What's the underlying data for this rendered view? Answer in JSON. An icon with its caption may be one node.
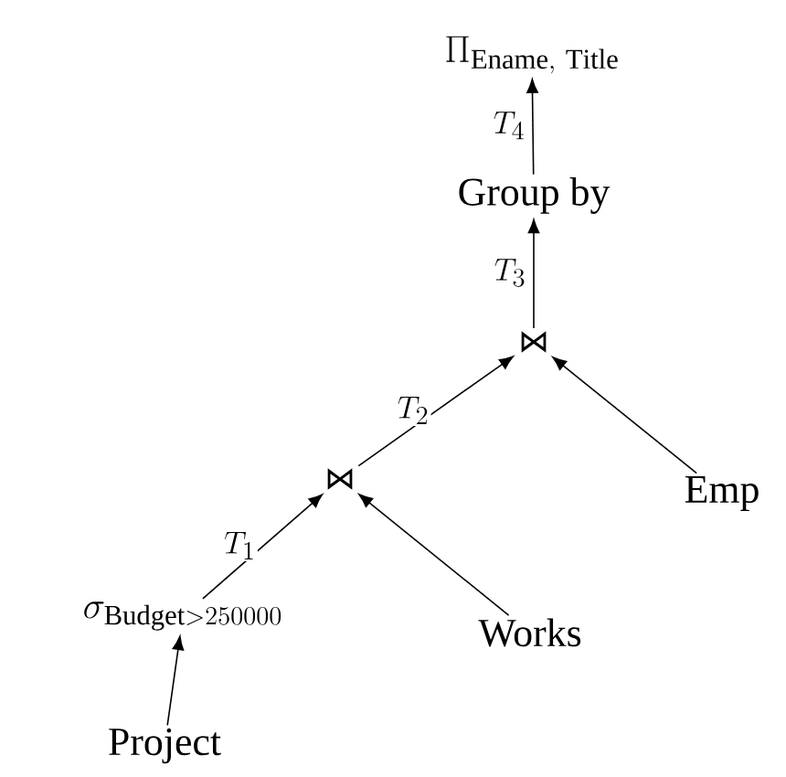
{
  "diagram": {
    "nodes": [
      {
        "text": [
          "\\Pi_{\\mathrm{Ename,\\ Title}}"
        ]
      },
      {
        "text": [
          "Group by"
        ]
      },
      {
        "text": [
          "⋈"
        ]
      },
      {
        "text": [
          "⋈"
        ]
      },
      {
        "text": [
          "Emp"
        ]
      },
      {
        "text": [
          "\\sigma_{\\mathrm{Budget}>250000}"
        ]
      },
      {
        "text": [
          "Works"
        ]
      },
      {
        "text": [
          "Project"
        ]
      }
    ],
    "edges": [
      {
        "from": 1,
        "to": 0,
        "arrow": "to",
        "label": "T_{4}"
      },
      {
        "from": 2,
        "to": 1,
        "arrow": "to",
        "label": "T_{3}"
      },
      {
        "from": 3,
        "to": 2,
        "arrow": "to",
        "label": "T_{2}"
      },
      {
        "from": 4,
        "to": 2,
        "arrow": "to"
      },
      {
        "from": 5,
        "to": 3,
        "arrow": "to",
        "label": "T_{1}"
      },
      {
        "from": 6,
        "to": 3,
        "arrow": "to"
      },
      {
        "from": 7,
        "to": 5,
        "arrow": "to"
      }
    ]
  }
}
